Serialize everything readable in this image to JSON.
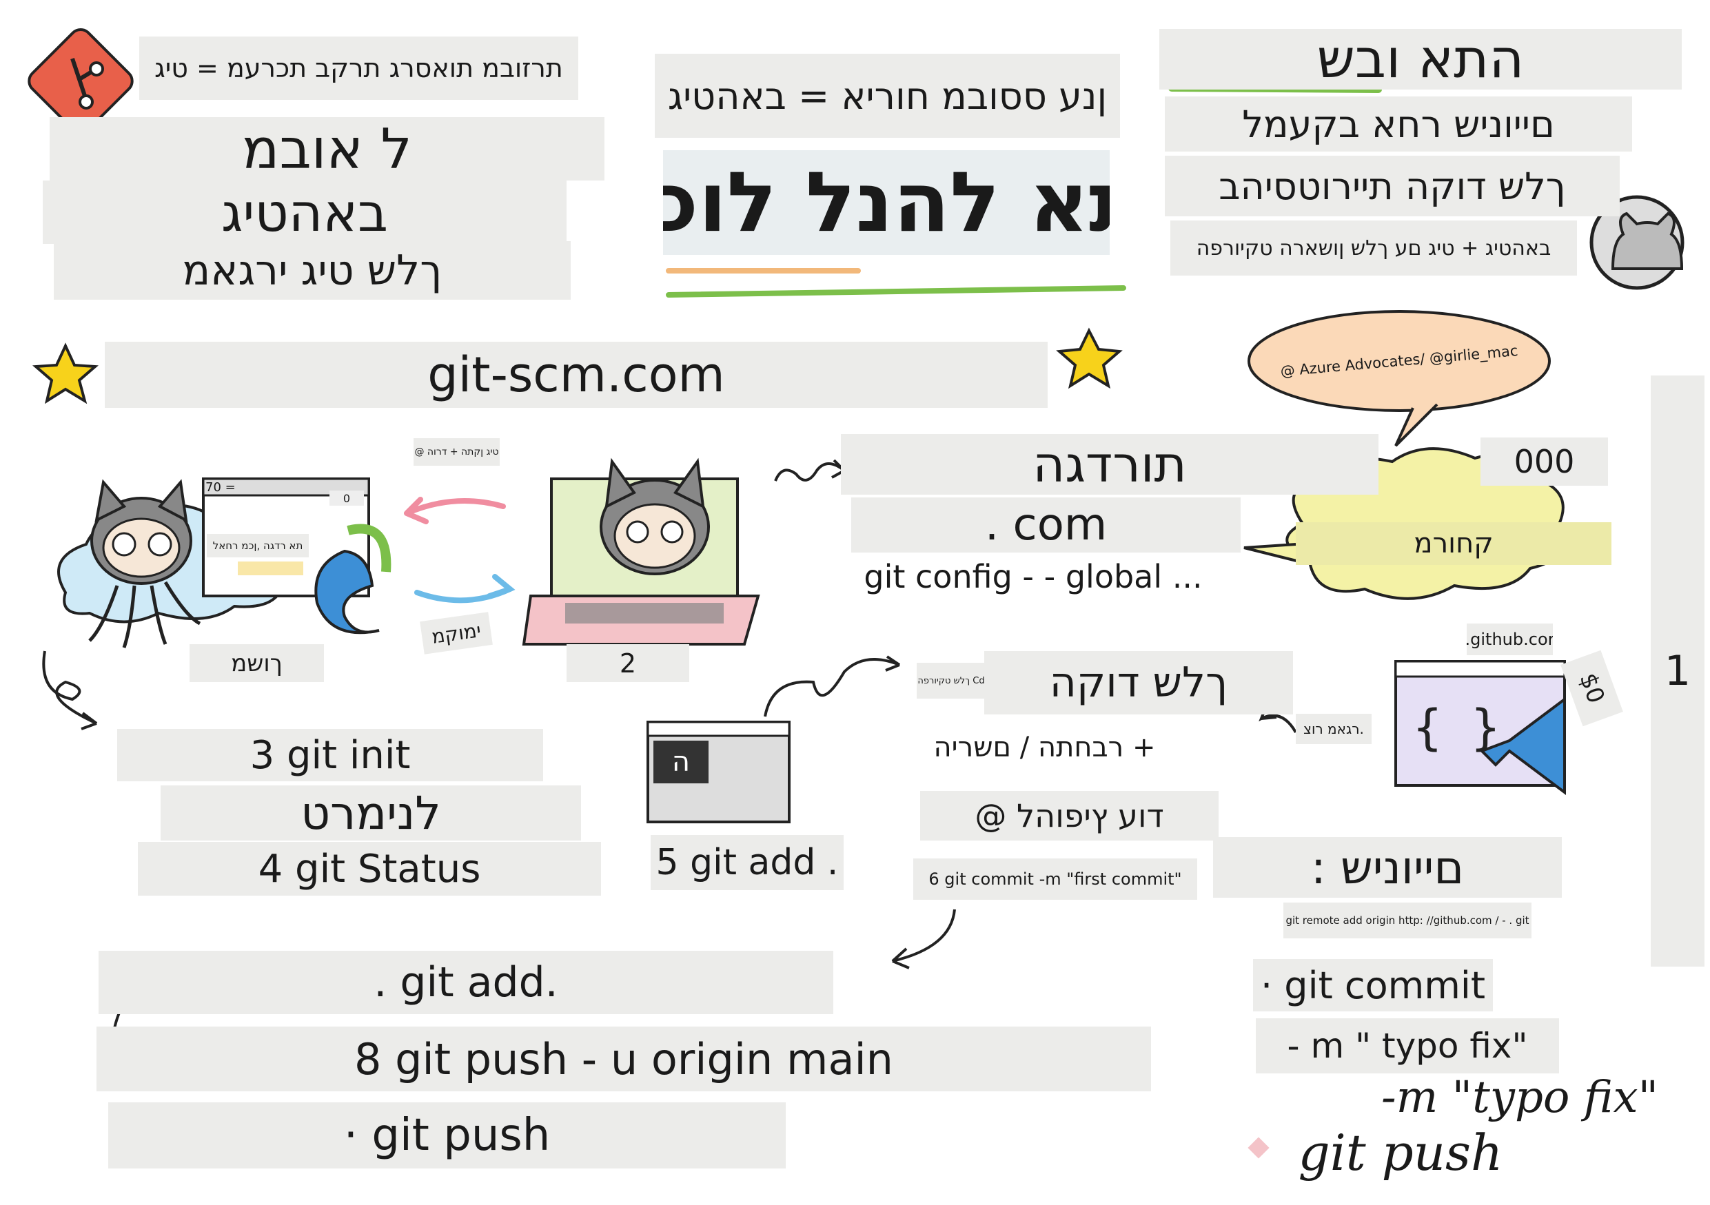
{
  "header": {
    "tag_def": "תרזובמ תואסרג תרקב תכרעמ = טיג",
    "intro_l1": "ל אובמ",
    "intro_l2": "באהטיג",
    "intro_l3": "ךלש טיג ירגאמ",
    "github_def": "ןנע ססובמ חוריא = באהטיג",
    "title": "תא להנל לוכי",
    "setup_title": "התא ובש",
    "setup_l1": "םייוניש רחא בקעמל",
    "setup_l2": "ךלש דוקה תיירוטסיהב",
    "setup_l3": "באהטיג + טיג םע ךלש ןושארה טקיורפה"
  },
  "banner": {
    "url": "git-scm.com"
  },
  "bubble": {
    "credit": "@ Azure Advocates/ @girlie_mac"
  },
  "flow": {
    "sync_label": "טיג ןקתה + דרוה @",
    "browser_tab": "70 =",
    "browser_field": "0",
    "browser_text": "תא רדגה ,ןכמ רחאל",
    "remote_label": "ךושמ",
    "local_label": "ימוקמ",
    "step2": "2",
    "install": "תורדגה",
    "com": ". com",
    "config": "git config - - global ...",
    "count": "000",
    "cloud_text": "קחורמ",
    "github_url": ".github.cor",
    "price": "$0",
    "vertical_num": "1",
    "editor_hint": ".רגאמ רוצ",
    "code_label": "ךלש דוקה",
    "cd_hint": "Cd ךלש טקיורפה",
    "edit_line": "+ רבחתה / םשריה",
    "file_line": "דוע ץיפוהל @",
    "commit1": "6 git commit -m \"first commit\"",
    "changes": "םייוניש :",
    "remote_add": "git remote add origin http: //github.com / - . git",
    "init": "3 git init",
    "terminal_title": "לנימרט",
    "status": "4 git Status",
    "terminal_glyph": "ה",
    "add5": "5 git add .",
    "add_again": ". git add.",
    "push_u": "8 git push - u origin main",
    "push1": "· git push",
    "commit2": "· git commit",
    "typo1": "- m \" typo fix\"",
    "typo_hand": "-m  \"typo fix\"",
    "push_hand": "git push"
  },
  "colors": {
    "label_bg": "#ececea",
    "accent_green": "#7cbf4a",
    "accent_orange": "#f2b87a",
    "git_red": "#e8604a",
    "star_yellow": "#f7d21b",
    "bubble_peach": "#fbd9b8",
    "cloud_yellow": "#f4f2a6",
    "laptop_pink": "#f4c3c8",
    "editor_lilac": "#e6e0f5",
    "vscode_blue": "#3d8fd6"
  }
}
